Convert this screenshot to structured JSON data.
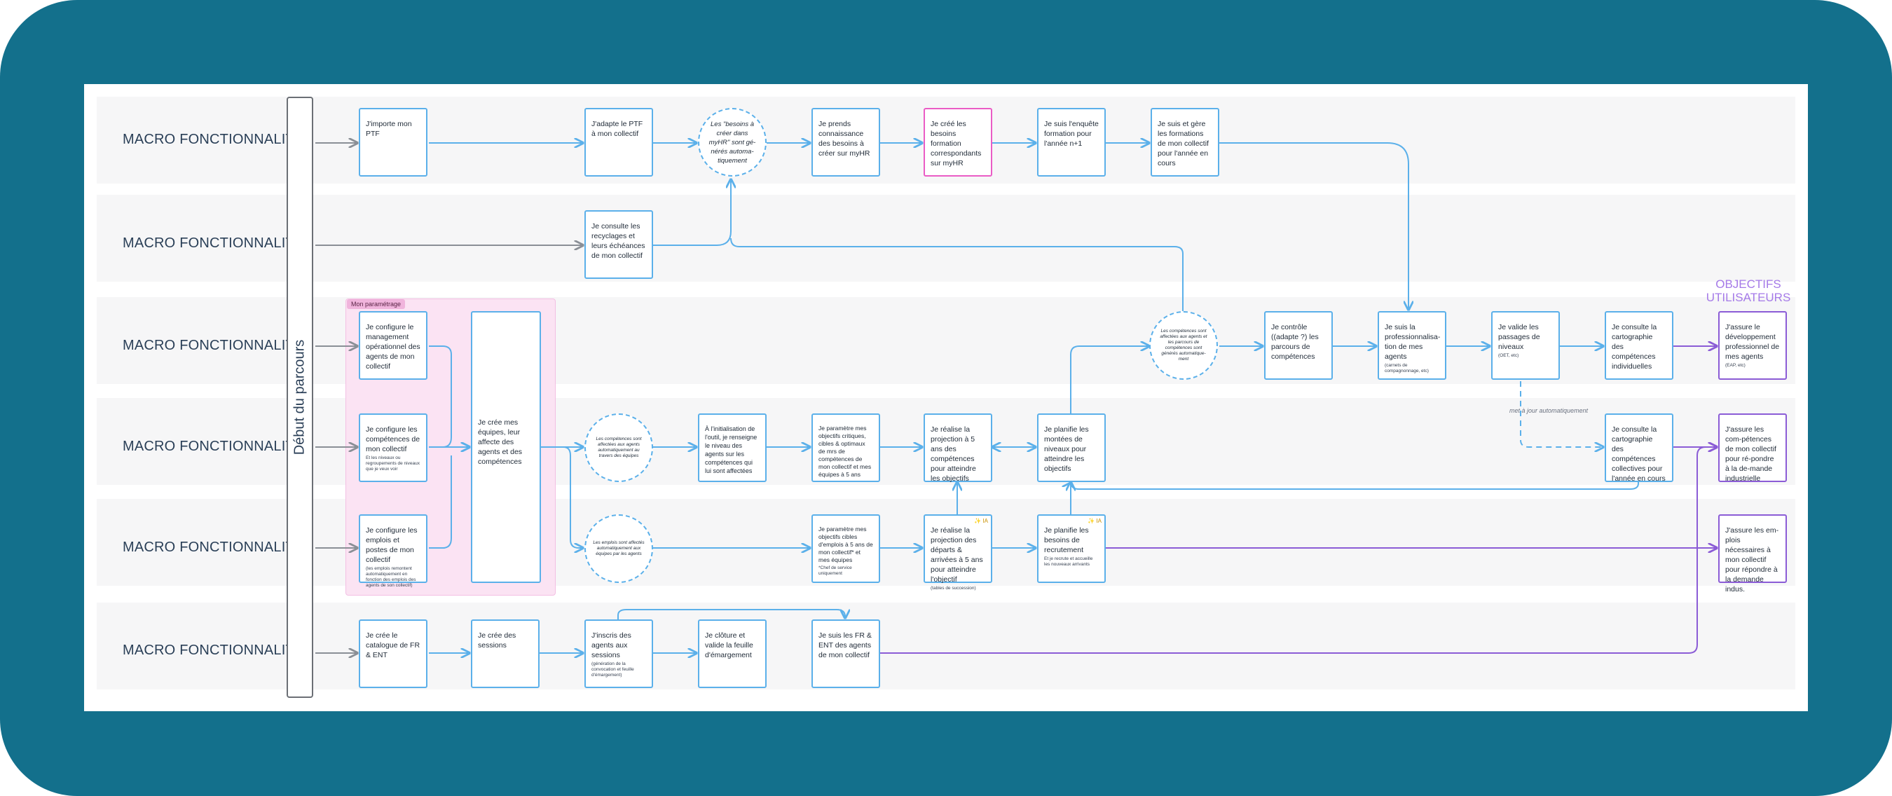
{
  "lanes": [
    {
      "label": "MACRO FONCTIONNALITÉ"
    },
    {
      "label": "MACRO FONCTIONNALITÉ"
    },
    {
      "label": "MACRO FONCTIONNALITÉ"
    },
    {
      "label": "MACRO FONCTIONNALITÉ"
    },
    {
      "label": "MACRO FONCTIONNALITÉ"
    },
    {
      "label": "MACRO FONCTIONNALITÉ"
    }
  ],
  "start_label": "Début du parcours",
  "param_tag": "Mon paramétrage",
  "objectives_title": "OBJECTIFS UTILISATEURS",
  "met_a_jour": "met à jour automatiquement",
  "boxes": {
    "importe_ptf": "J'importe mon PTF",
    "adapte_ptf": "J'adapte le PTF à mon collectif",
    "prends_connaissance": "Je prends connaissance des besoins à créer sur myHR",
    "cree_besoins": "Je créé les besoins formation correspondants sur myHR",
    "suis_enquete": "Je suis l'enquête formation pour l'année n+1",
    "gere_formations": "Je suis et gère les formations de mon collectif pour l'année en cours",
    "consulte_recyclages": "Je consulte les recyclages et leurs échéances de mon collectif",
    "configure_management": "Je configure le management opérationnel des agents de mon collectif",
    "configure_competences": "Je configure les compétences de mon collectif",
    "configure_competences_sub": "Et les niveaux ou regroupements de niveaux que je veux voir",
    "configure_emplois": "Je configure les emplois et postes de mon collectif",
    "configure_emplois_sub": "(les emplois remontent automatiquement en fonction des emplois des agents de son collectif)",
    "cree_equipes": "Je crée mes équipes, leur affecte des agents et des compétences",
    "initialisation": "À l'initialisation de l'outil, je renseigne le niveau des agents sur les compétences qui lui sont affectées",
    "parametre_objectifs": "Je paramètre mes objectifs critiques, cibles & optimaux de mrs de compétences de mon collectif et mes équipes à 5 ans",
    "realise_projection_comp": "Je réalise la projection à 5 ans des compétences pour atteindre les objectifs",
    "planifie_montees": "Je planifie les montées de niveaux pour atteindre les objectifs",
    "controle_parcours": "Je contrôle ((adapte ?) les parcours de compétences",
    "suis_professionnalisation": "Je suis la professionnalisa-tion de mes agents",
    "suis_professionnalisation_sub": "(carnets de compagnonnage, etc)",
    "valide_passages": "Je valide les passages de niveaux",
    "valide_passages_sub": "(OET, etc)",
    "cartographie_individuelles": "Je consulte la cartographie des compétences individuelles",
    "cartographie_collectives": "Je consulte la cartographie des compétences collectives pour l'année en cours",
    "parametre_emplois": "Je paramètre mes objectifs cibles d'emplois à 5 ans de mon collectif* et mes équipes",
    "parametre_emplois_sub": "*Chef de service uniquement",
    "realise_projection_departs": "Je réalise la projection des départs & arrivées à 5 ans pour atteindre l'objectif",
    "realise_projection_departs_sub": "(tables de succession)",
    "planifie_recrutement": "Je planifie les besoins de recrutement",
    "planifie_recrutement_sub": "Et je recrute et accueille les nouveaux arrivants",
    "cree_catalogue": "Je crée le catalogue de FR & ENT",
    "cree_sessions": "Je crée des sessions",
    "inscris_agents": "J'inscris des agents aux sessions",
    "inscris_agents_sub": "(génération de la convocation et feuille d'émargement)",
    "cloture": "Je clôture et valide la feuille d'émargement",
    "suis_fr_ent": "Je suis les FR & ENT des agents de mon collectif",
    "obj_developpement": "J'assure le développement professionnel de mes agents",
    "obj_developpement_sub": "(EAP, etc)",
    "obj_competences": "J'assure les com-pétences de mon collectif pour ré-pondre à la de-mande industrielle",
    "obj_emplois": "J'assure les em-plois nécessaires à mon collectif pour répondre à la demande indus."
  },
  "badges": {
    "ia": "✨ IA"
  },
  "circles": {
    "besoins_generes": "Les \"besoins à créer dans myHR\" sont gé-nérés automa-tiquement",
    "competences_parcours": "Les compétences sont affectées aux agents et les parcours de compétences sont générés automatique-ment",
    "competences_equipes": "Les compétences sont affectées aux agents automatiquement au travers des équipes",
    "emplois_equipes": "Les emplois sont affectés automatiquement aux équipes par les agents"
  },
  "colors": {
    "frame": "#13708c",
    "lane": "#f6f6f7",
    "flow_blue": "#5bb0ea",
    "flow_purple": "#8b5cd6",
    "highlight_pink": "#ea5cc5",
    "objectives_title": "#a57ae8"
  }
}
